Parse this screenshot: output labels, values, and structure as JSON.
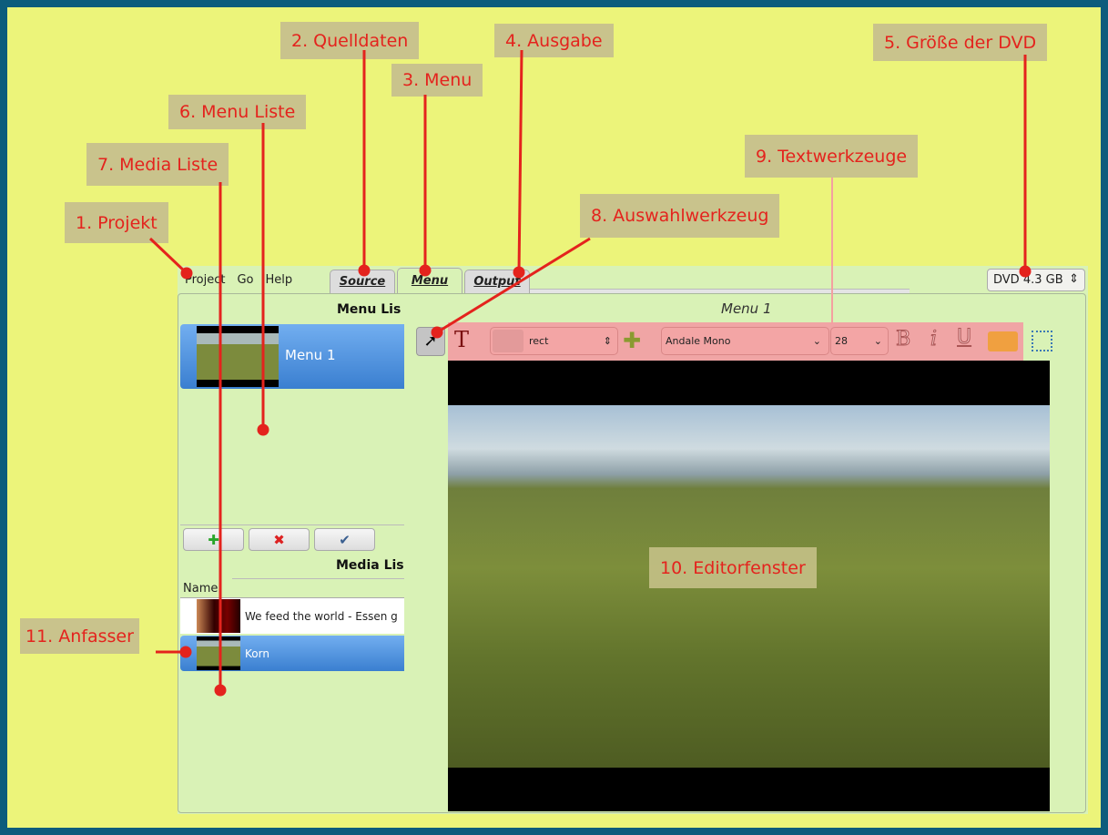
{
  "annotations": {
    "projekt": "1. Projekt",
    "quelldaten": "2. Quelldaten",
    "menu": "3. Menu",
    "ausgabe": "4. Ausgabe",
    "dvd_size": "5. Größe der DVD",
    "menu_liste": "6. Menu Liste",
    "media_liste": "7. Media Liste",
    "auswahl": "8. Auswahlwerkzeug",
    "text_tools": "9. Textwerkzeuge",
    "editor": "10. Editorfenster",
    "anfasser": "11. Anfasser"
  },
  "menubar": {
    "project": "Project",
    "go": "Go",
    "help": "Help"
  },
  "tabs": [
    {
      "label": "Source"
    },
    {
      "label": "Menu"
    },
    {
      "label": "Output"
    }
  ],
  "dvd_select": "DVD 4.3 GB",
  "menu_list": {
    "heading": "Menu Lis",
    "items": [
      {
        "label": "Menu 1"
      }
    ]
  },
  "media_list": {
    "heading": "Media Lis",
    "column": "Name",
    "items": [
      {
        "label": "We feed the world - Essen g"
      },
      {
        "label": "Korn"
      }
    ]
  },
  "editor": {
    "title": "Menu 1"
  },
  "toolbar": {
    "shape": "rect",
    "font": "Andale Mono",
    "size": "28",
    "text_tool": "T",
    "bold": "B",
    "italic": "i",
    "underline": "U",
    "color": "#f0a040"
  },
  "colors": {
    "label_bg": "#c9c38c",
    "label_text": "#e4231d",
    "background": "#ecf47a",
    "frame": "#0d5c7c"
  }
}
